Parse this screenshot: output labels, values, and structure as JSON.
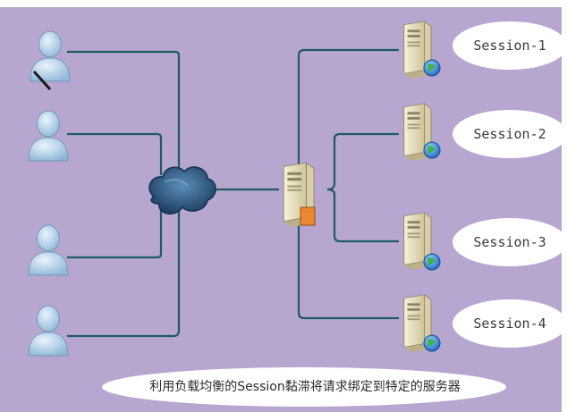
{
  "colors": {
    "background": "#b7a6cf",
    "line": "#1f5b63",
    "user": "#b8d6ec",
    "cloud": "#2c5d88",
    "server": "#efe7c4"
  },
  "diagram": {
    "users": [
      {
        "icon": "user-icon"
      },
      {
        "icon": "user-icon"
      },
      {
        "icon": "user-icon"
      },
      {
        "icon": "user-icon"
      }
    ],
    "network": {
      "icon": "cloud-icon"
    },
    "load_balancer": {
      "icon": "server-icon"
    },
    "servers": [
      {
        "session": "Session-1",
        "icon": "server-icon"
      },
      {
        "session": "Session-2",
        "icon": "server-icon"
      },
      {
        "session": "Session-3",
        "icon": "server-icon"
      },
      {
        "session": "Session-4",
        "icon": "server-icon"
      }
    ],
    "caption": "利用负载均衡的Session黏滞将请求绑定到特定的服务器"
  }
}
